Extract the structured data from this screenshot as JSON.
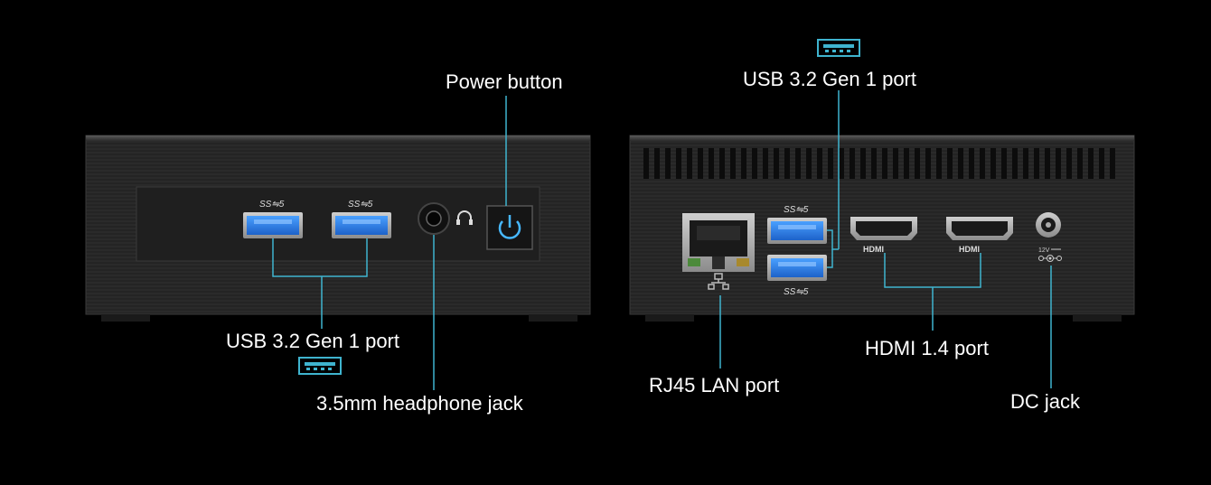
{
  "front": {
    "usb_label": "USB 3.2 Gen 1 port",
    "headphone_label": "3.5mm headphone jack",
    "power_label": "Power button",
    "usb_logo_text": "SS"
  },
  "rear": {
    "usb_label": "USB 3.2 Gen 1 port",
    "lan_label": "RJ45 LAN port",
    "hdmi_label": "HDMI 1.4 port",
    "dc_label": "DC jack",
    "hdmi_logo_text": "HDMI",
    "usb_logo_text": "SS",
    "dc_rating_text": "12V"
  },
  "colors": {
    "background": "#000000",
    "callout_line": "#3fb4cf",
    "usb_blue": "#2f7fe6",
    "power_glow": "#47b8ff",
    "chassis": "#2a2a2a"
  }
}
